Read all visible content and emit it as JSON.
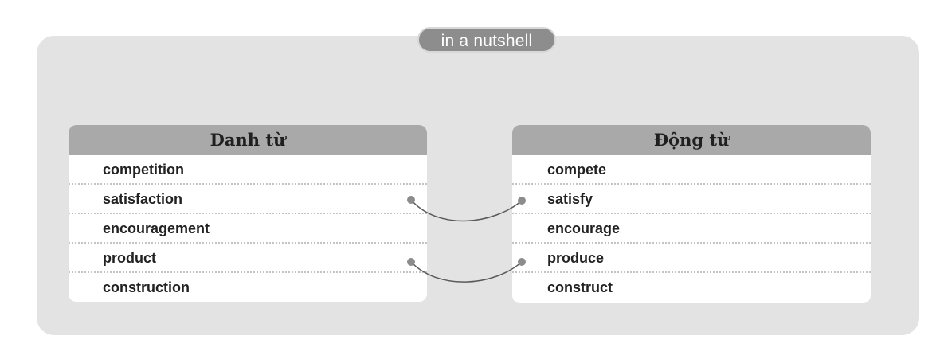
{
  "header": {
    "title": "in a nutshell"
  },
  "nouns": {
    "title": "Danh từ",
    "items": [
      "competition",
      "satisfaction",
      "encouragement",
      "product",
      "construction"
    ]
  },
  "verbs": {
    "title": "Động từ",
    "items": [
      "compete",
      "satisfy",
      "encourage",
      "produce",
      "construct"
    ]
  },
  "links": [
    {
      "from": "satisfaction",
      "to": "satisfy"
    },
    {
      "from": "product",
      "to": "produce"
    }
  ]
}
